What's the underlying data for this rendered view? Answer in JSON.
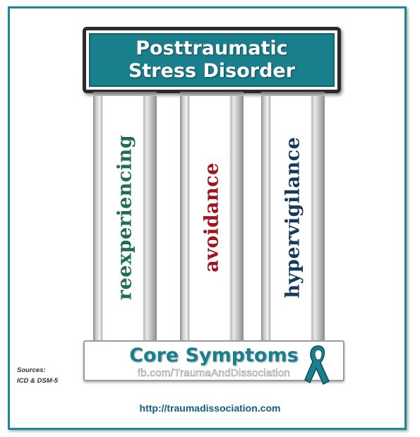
{
  "title": {
    "line1": "Posttraumatic",
    "line2": "Stress Disorder"
  },
  "pillars": [
    {
      "label": "reexperiencing",
      "color": "#1f6f4a"
    },
    {
      "label": "avoidance",
      "color": "#a0141c"
    },
    {
      "label": "hypervigilance",
      "color": "#163a5c"
    }
  ],
  "base": {
    "title": "Core Symptoms",
    "watermark": "fb.com/TraumaAndDissociation"
  },
  "ribbon_icon": "awareness-ribbon-icon",
  "sources": {
    "line1": "Sources:",
    "line2": "ICD & DSM-5"
  },
  "footer_url": "http://traumadissociation.com",
  "colors": {
    "accent": "#1a7f8c",
    "border": "#1a8a96"
  }
}
